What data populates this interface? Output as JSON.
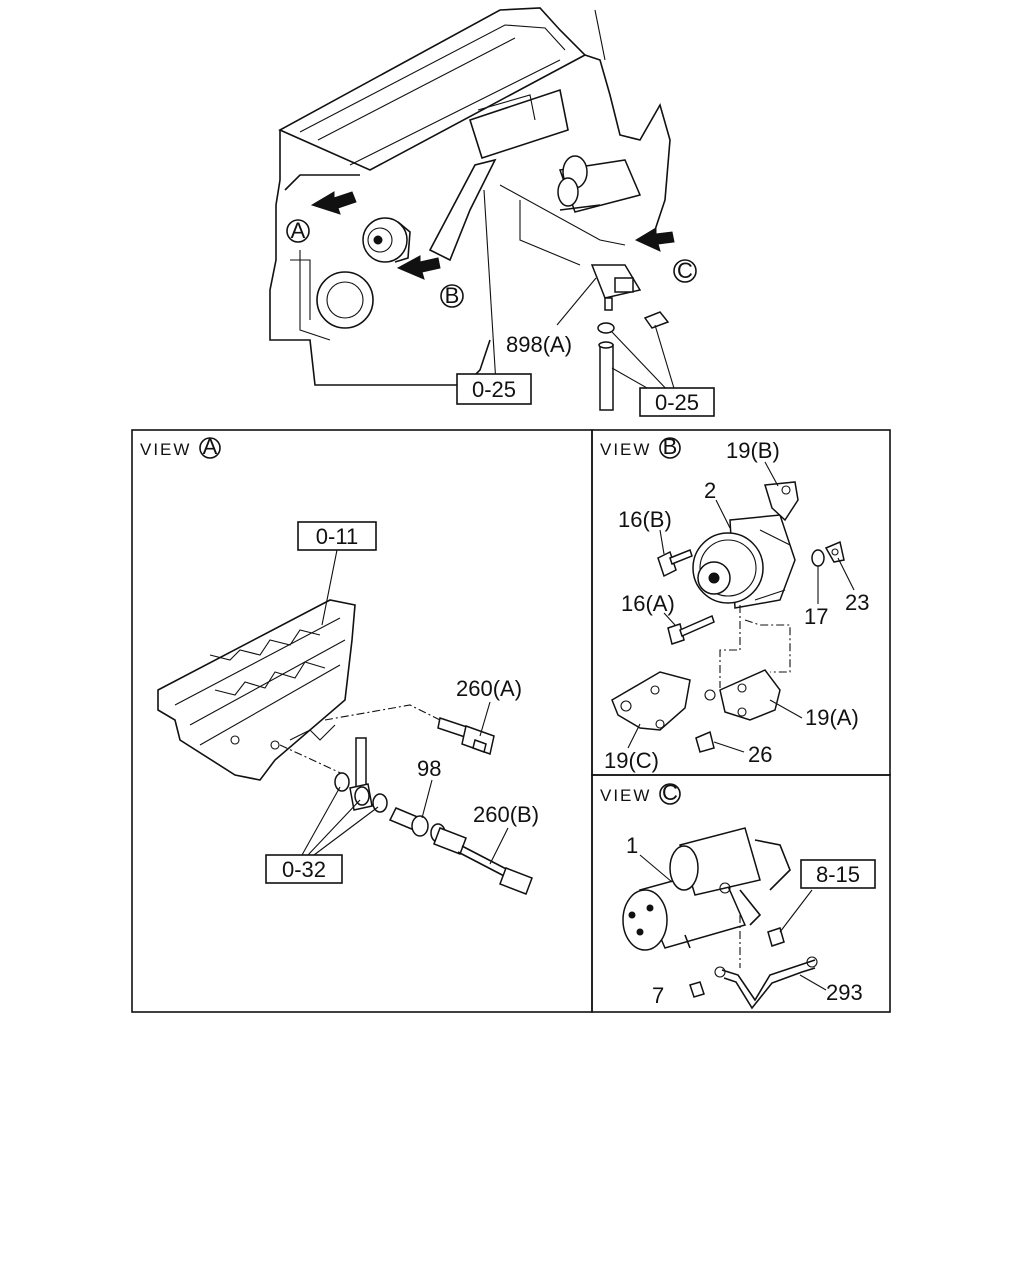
{
  "top": {
    "circle_a": "A",
    "circle_b": "B",
    "circle_c": "C",
    "label_898a": "898(A)",
    "ref_025_left": "0-25",
    "ref_025_right": "0-25"
  },
  "view_a": {
    "title": "VIEW",
    "circle": "A",
    "ref_011": "0-11",
    "ref_032": "0-32",
    "label_260a": "260(A)",
    "label_98": "98",
    "label_260b": "260(B)"
  },
  "view_b": {
    "title": "VIEW",
    "circle": "B",
    "label_19b": "19(B)",
    "label_2": "2",
    "label_16b": "16(B)",
    "label_16a": "16(A)",
    "label_17": "17",
    "label_23": "23",
    "label_19a": "19(A)",
    "label_19c": "19(C)",
    "label_26": "26"
  },
  "view_c": {
    "title": "VIEW",
    "circle": "C",
    "label_1": "1",
    "ref_815": "8-15",
    "label_7": "7",
    "label_293": "293"
  }
}
